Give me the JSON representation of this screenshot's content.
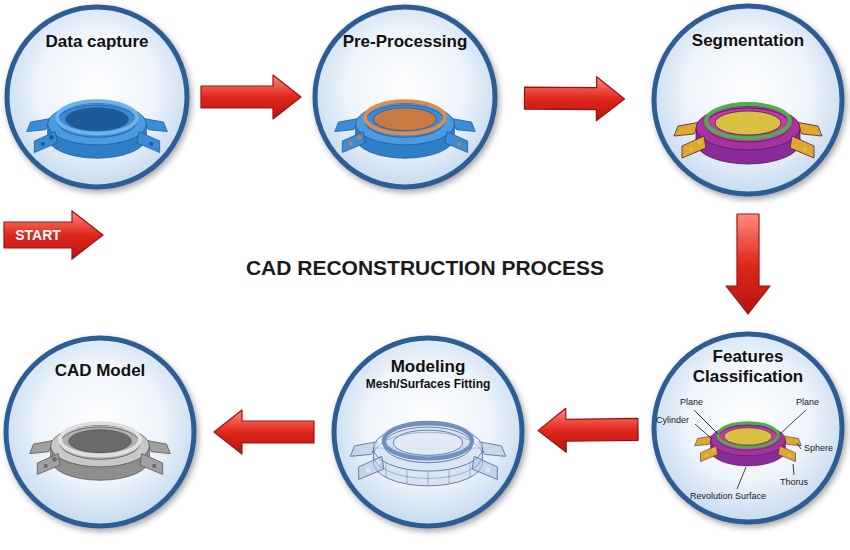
{
  "diagram": {
    "title": "CAD RECONSTRUCTION PROCESS",
    "nodes": [
      {
        "text": [
          "Data capture"
        ]
      },
      {
        "text": [
          "Pre-Processing"
        ]
      },
      {
        "text": [
          "Segmentation"
        ]
      },
      {
        "text": [
          "Features Classification"
        ]
      },
      {
        "text": [
          "Modeling",
          "Mesh/Surfaces Fitting"
        ]
      },
      {
        "text": [
          "CAD Model"
        ]
      }
    ],
    "edges": [
      {
        "from": 0,
        "to": 1,
        "arrow": "to"
      },
      {
        "from": 1,
        "to": 2,
        "arrow": "to"
      },
      {
        "from": 2,
        "to": 3,
        "arrow": "to"
      },
      {
        "from": 3,
        "to": 4,
        "arrow": "to"
      },
      {
        "from": 4,
        "to": 5,
        "arrow": "to"
      }
    ],
    "labels": [
      "START",
      "Plane",
      "Cylinder",
      "Plane",
      "Sphere",
      "Revolution Surface",
      "Thorus"
    ]
  }
}
